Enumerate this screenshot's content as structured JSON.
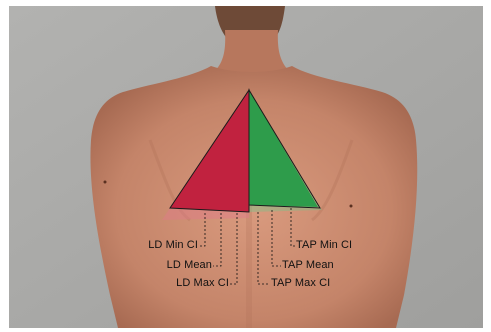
{
  "figure": {
    "colors": {
      "background": "#a7a7a5",
      "skin": "#c98b71",
      "ld_triangle": "#c1223f",
      "tap_triangle": "#2e9c4b"
    },
    "labels": {
      "ld_min_ci": "LD Min CI",
      "ld_mean": "LD Mean",
      "ld_max_ci": "LD Max CI",
      "tap_min_ci": "TAP Min CI",
      "tap_mean": "TAP Mean",
      "tap_max_ci": "TAP Max CI"
    }
  }
}
